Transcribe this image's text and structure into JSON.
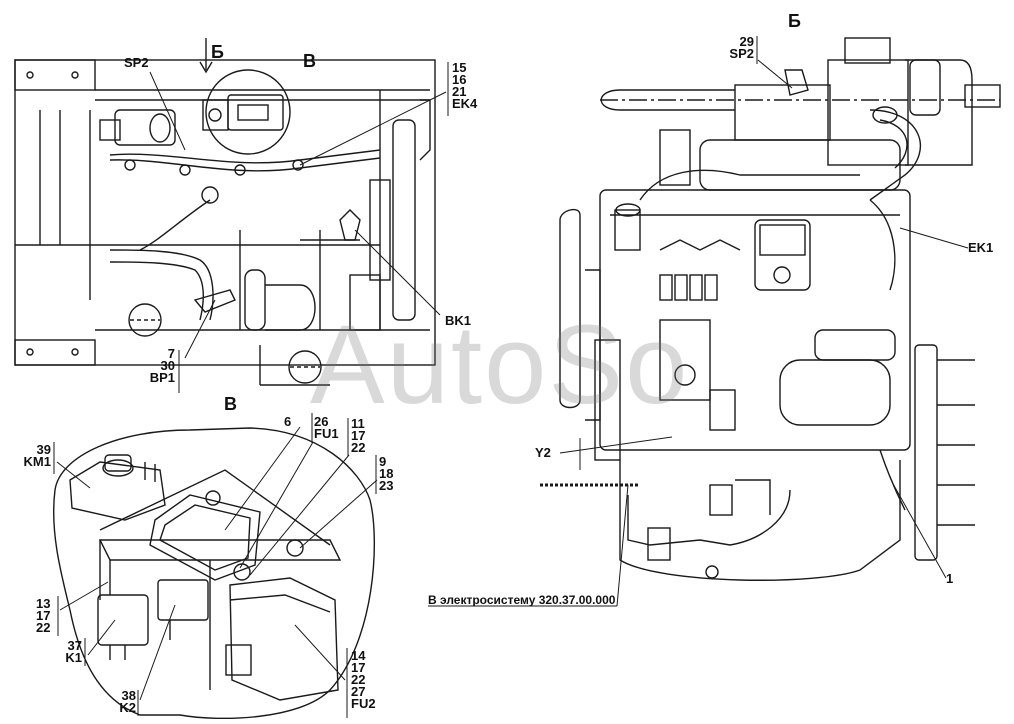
{
  "views": {
    "b": "Б",
    "v": "В"
  },
  "watermark": "AutoSo",
  "topLeft": {
    "sp2": "SP2",
    "group1": [
      "15",
      "16",
      "21",
      "EK4"
    ],
    "bk1": "BK1",
    "group2": [
      "7",
      "30",
      "BP1"
    ]
  },
  "detailV": {
    "group39": [
      "39",
      "KM1"
    ],
    "n6": "6",
    "group26": [
      "26",
      "FU1"
    ],
    "group11": [
      "11",
      "17",
      "22"
    ],
    "group9": [
      "9",
      "18",
      "23"
    ],
    "group13": [
      "13",
      "17",
      "22"
    ],
    "group37": [
      "37",
      "K1"
    ],
    "group38": [
      "38",
      "K2"
    ],
    "group14": [
      "14",
      "17",
      "22",
      "27",
      "FU2"
    ]
  },
  "rightView": {
    "group29": [
      "29",
      "SP2"
    ],
    "ek1": "EK1",
    "y2": "Y2",
    "n1": "1",
    "note": "В электросистему 320.37.00.000"
  }
}
